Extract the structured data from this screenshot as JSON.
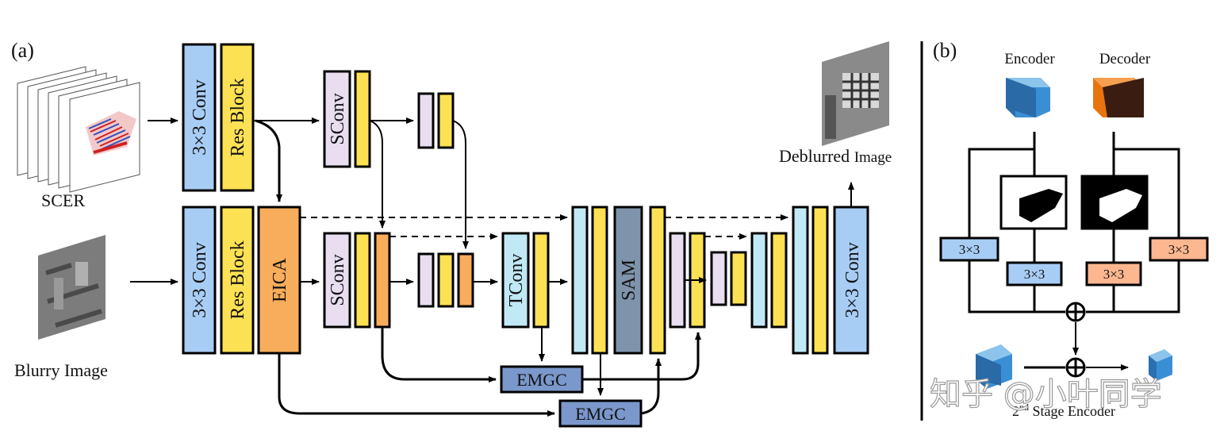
{
  "panel_a": {
    "label": "(a)",
    "scer_label": "SCER",
    "blurry_label": "Blurry Image",
    "deblurred_label_main": "Deblurred",
    "deblurred_label_tail": "Image",
    "blocks": {
      "conv3x3": "3×3 Conv",
      "res_block": "Res Block",
      "eica": "EICA",
      "sconv": "SConv",
      "tconv": "TConv",
      "sam": "SAM",
      "emgc": "EMGC"
    }
  },
  "panel_b": {
    "label": "(b)",
    "encoder": "Encoder",
    "decoder": "Decoder",
    "kernel": "3×3",
    "stage_encoder_sup": "nd",
    "stage_encoder_pre": "2",
    "stage_encoder_rest": "Stage Encoder"
  },
  "watermark": "知乎 @小叶同学",
  "colors": {
    "conv_blue": "#a8cdf5",
    "res_yellow": "#fde154",
    "eica_orange": "#f8ad5c",
    "sconv_lavender": "#e8def0",
    "tconv_cyan": "#c0e8f5",
    "sam_slate": "#7f93ab",
    "emgc_blue": "#7b98cc",
    "salmon": "#fcb790",
    "encoder_cube": "#3a8fd4",
    "decoder_cube": "#e8740f"
  }
}
